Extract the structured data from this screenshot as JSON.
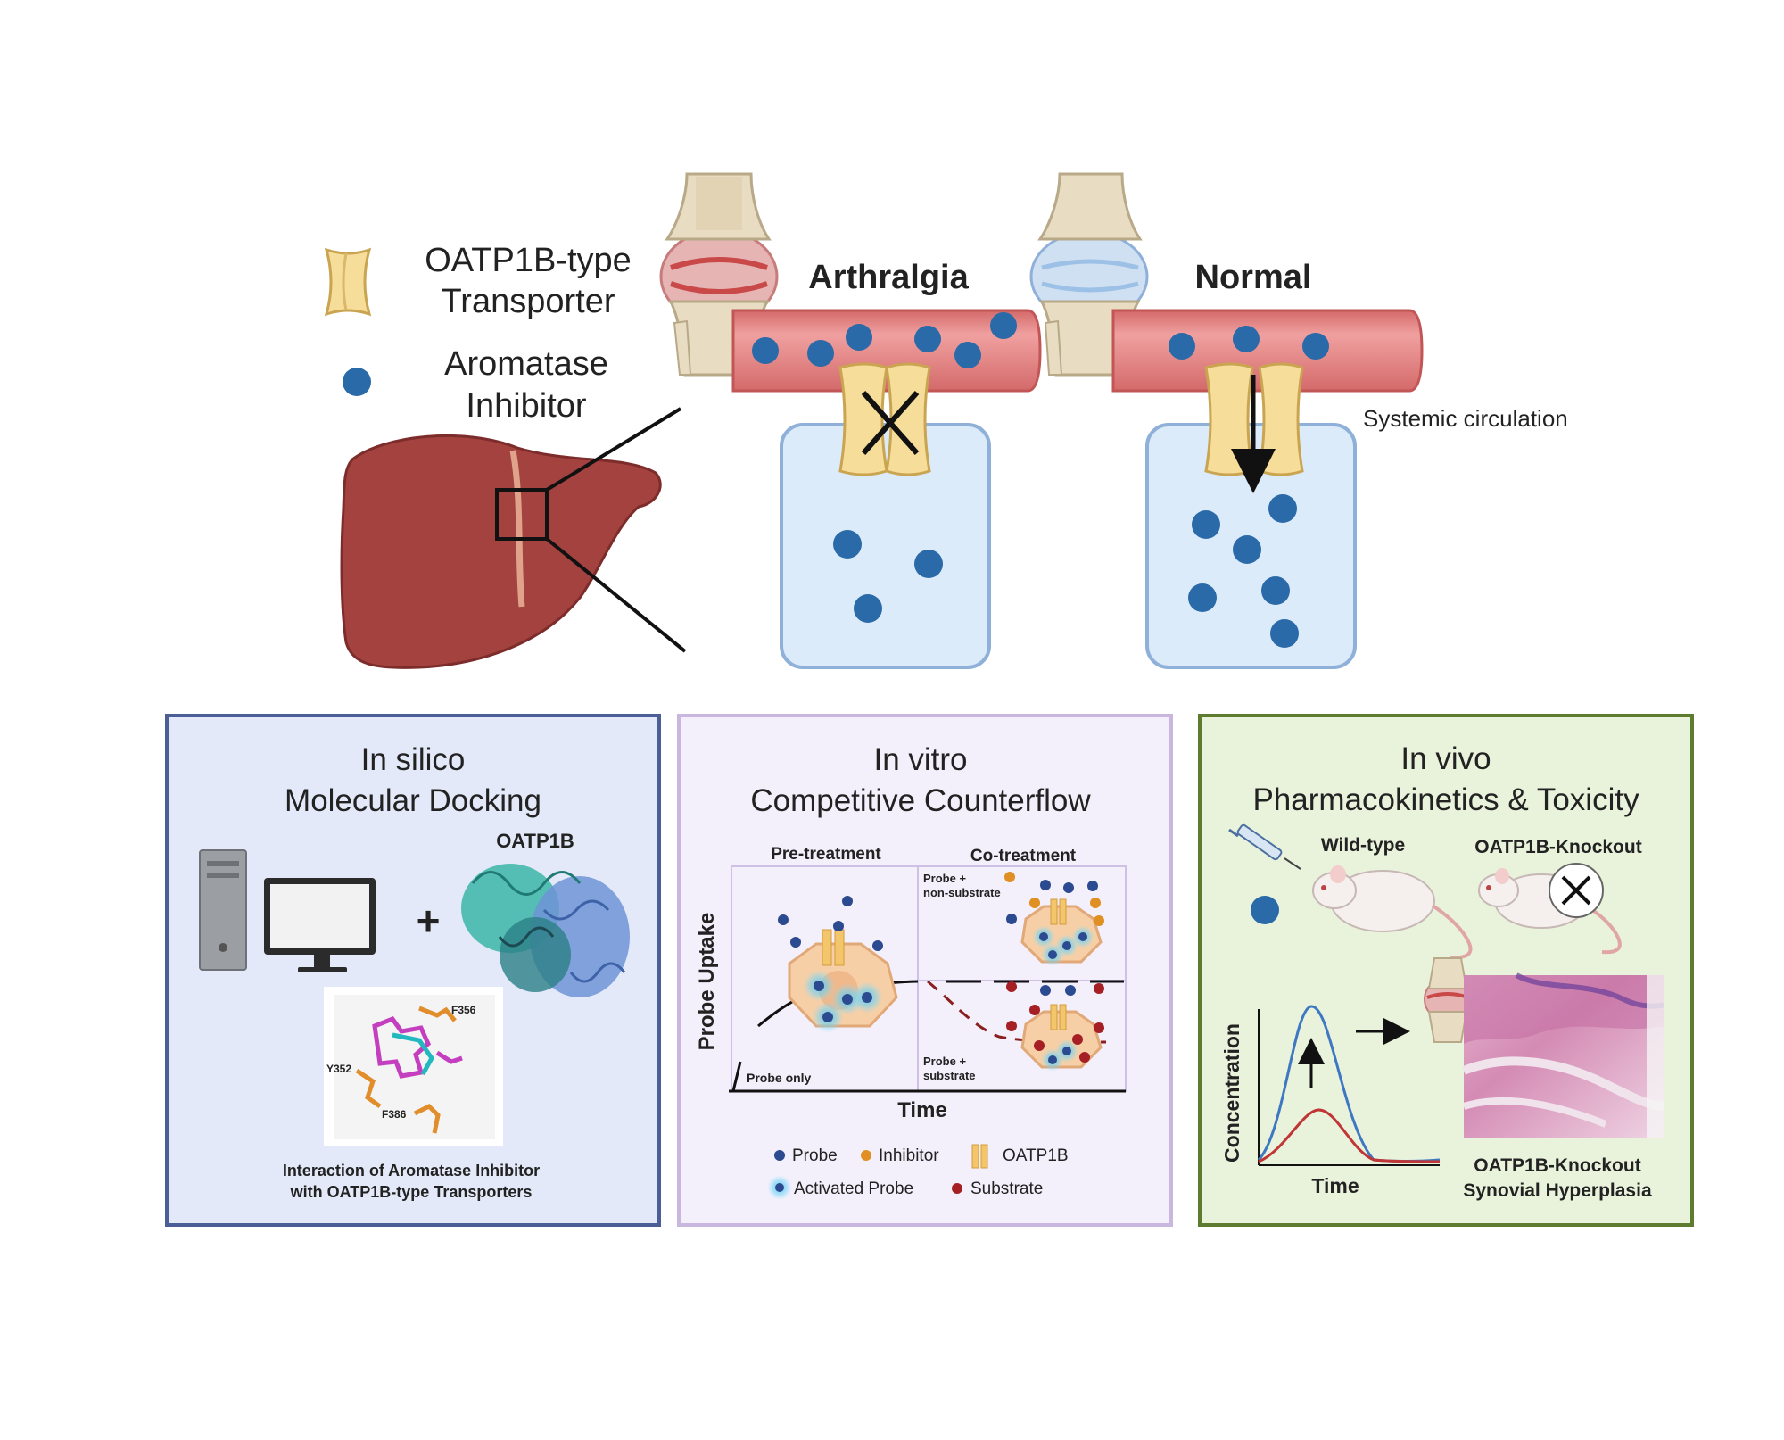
{
  "legend": {
    "transporter_label_1": "OATP1B-type",
    "transporter_label_2": "Transporter",
    "inhibitor_label_1": "Aromatase",
    "inhibitor_label_2": "Inhibitor"
  },
  "top": {
    "arthralgia": "Arthralgia",
    "normal": "Normal",
    "systemic": "Systemic circulation"
  },
  "panels": {
    "silico": {
      "title_1": "In silico",
      "title_2": "Molecular Docking",
      "protein": "OATP1B",
      "plus": "+",
      "res_f356": "F356",
      "res_y352": "Y352",
      "res_f386": "F386",
      "caption_1": "Interaction of Aromatase Inhibitor",
      "caption_2": "with OATP1B-type Transporters"
    },
    "vitro": {
      "title_1": "In vitro",
      "title_2": "Competitive Counterflow",
      "pre": "Pre-treatment",
      "co": "Co-treatment",
      "ylabel": "Probe Uptake",
      "xlabel": "Time",
      "probe_only": "Probe only",
      "nonsub_1": "Probe +",
      "nonsub_2": "non-substrate",
      "sub_1": "Probe +",
      "sub_2": "substrate",
      "leg_probe": "Probe",
      "leg_inhibitor": "Inhibitor",
      "leg_oatp": "OATP1B",
      "leg_activated": "Activated Probe",
      "leg_substrate": "Substrate"
    },
    "vivo": {
      "title_1": "In vivo",
      "title_2": "Pharmacokinetics & Toxicity",
      "wildtype": "Wild-type",
      "knockout": "OATP1B-Knockout",
      "ylabel": "Concentration",
      "xlabel": "Time",
      "caption_1": "OATP1B-Knockout",
      "caption_2": "Synovial Hyperplasia"
    }
  },
  "colors": {
    "blue_dot": "#2a6aa8",
    "transporter": "#f7dd9a",
    "vessel": "#e98b8b",
    "cell": "#dcebfa",
    "liver": "#a3423e",
    "silico_bg": "#e3e9f8",
    "silico_border": "#4c5e96",
    "vitro_bg": "#f4f0fb",
    "vitro_border": "#c9b7e0",
    "vivo_bg": "#e9f3dc",
    "vivo_border": "#5d7c2f"
  }
}
